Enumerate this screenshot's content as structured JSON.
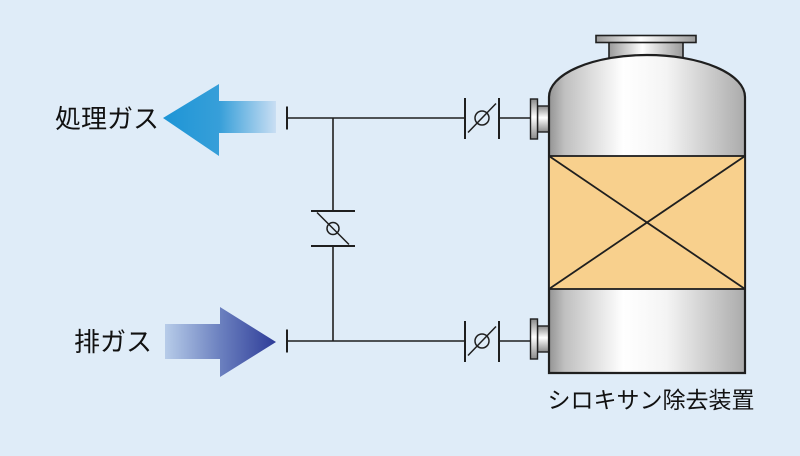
{
  "page": {
    "background": "#dfecf8"
  },
  "labels": {
    "treated_gas": "処理ガス",
    "exhaust_gas": "排ガス",
    "vessel_caption": "シロキサン除去装置"
  },
  "colors": {
    "line": "#1f1f1f",
    "text": "#111111",
    "treated_arrow_head": "#1d95d6",
    "treated_arrow_mid": "#379fd9",
    "treated_arrow_tail": "#c9def3",
    "exhaust_arrow_tail": "#b7cce9",
    "exhaust_arrow_mid": "#6b80bf",
    "exhaust_arrow_head": "#2e3c98",
    "packing_fill": "#f8d08d",
    "vessel_dark": "#949494",
    "vessel_light": "#ffffff"
  }
}
